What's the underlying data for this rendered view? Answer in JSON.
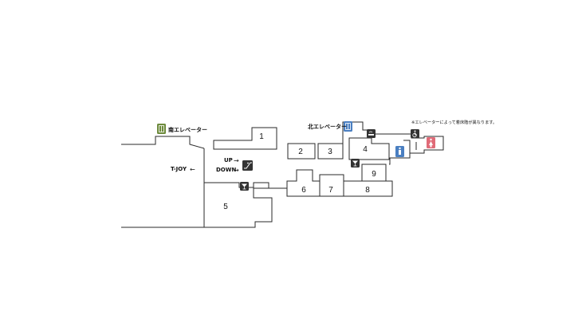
{
  "labels": {
    "south_elevator": "南エレベーター",
    "north_elevator": "北エレベーター",
    "note": "※エレベーターによって着床階が異なります。",
    "up": "UP",
    "down": "DOWN",
    "tjoy": "T-JOY",
    "left_arrow": "←",
    "right_arrow": "→"
  },
  "rooms": {
    "r1": "1",
    "r2": "2",
    "r3": "3",
    "r4": "4",
    "r5": "5",
    "r6": "6",
    "r7": "7",
    "r8": "8",
    "r9": "9"
  },
  "colors": {
    "elevator_south": "#6e8b3d",
    "elevator_north": "#4a7fc1",
    "icon_dark": "#333333",
    "restroom_male": "#4a7fc1",
    "restroom_female": "#e06b78"
  },
  "icons": {
    "elevator_south": "elevator-icon",
    "elevator_north": "elevator-icon",
    "escalator": "escalator-icon",
    "smoking": "smoking-icon",
    "cocktail_1": "cocktail-icon",
    "cocktail_2": "cocktail-icon",
    "wheelchair": "wheelchair-icon",
    "restroom_male": "male-restroom-icon",
    "restroom_female": "female-restroom-icon"
  }
}
